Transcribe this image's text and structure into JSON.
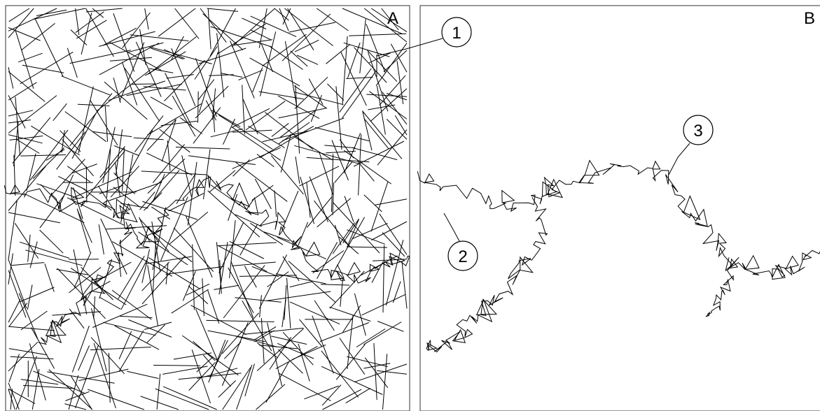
{
  "panels": [
    {
      "letter": "A"
    },
    {
      "letter": "B"
    }
  ],
  "callouts": [
    {
      "label": "1"
    },
    {
      "label": "2"
    },
    {
      "label": "3"
    }
  ],
  "colors": {
    "stroke": "#000000",
    "frame": "#555555",
    "background": "#ffffff"
  }
}
